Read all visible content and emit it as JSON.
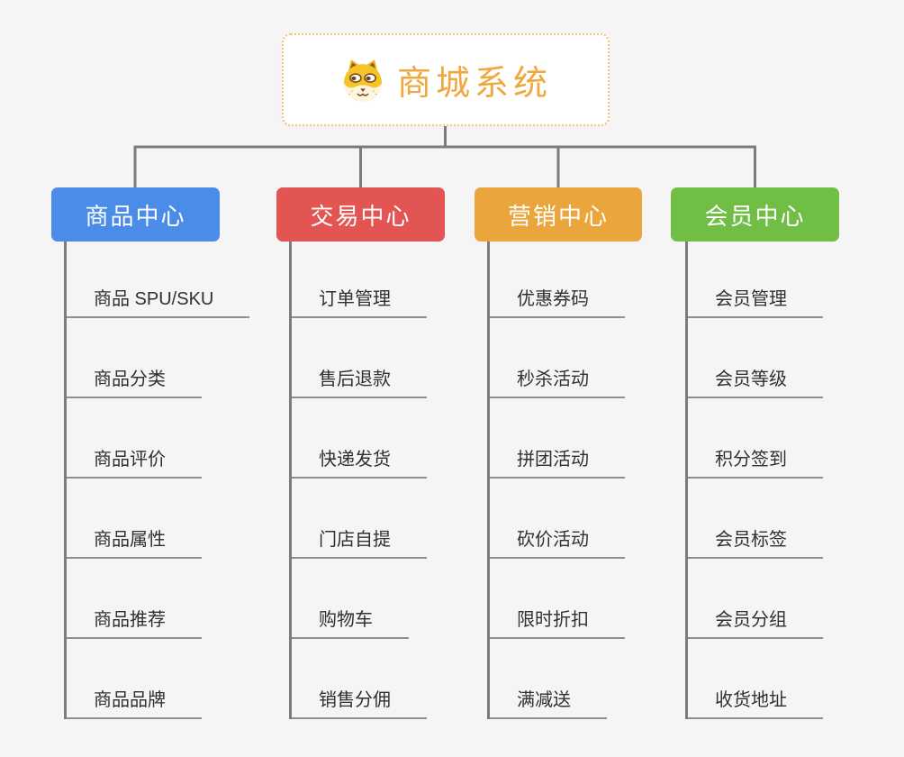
{
  "canvas": {
    "background_color": "#f5f5f6"
  },
  "root": {
    "title": "商城系统",
    "icon": "dog-face-icon",
    "text_color": "#f0a73e",
    "border_color": "#f3c473"
  },
  "connector_color": "#7c7c7c",
  "underline_color": "#8f8f8f",
  "child_text_color": "#303030",
  "branches": [
    {
      "label": "商品中心",
      "color": "#4a8ce8",
      "children": [
        "商品 SPU/SKU",
        "商品分类",
        "商品评价",
        "商品属性",
        "商品推荐",
        "商品品牌"
      ]
    },
    {
      "label": "交易中心",
      "color": "#e25552",
      "children": [
        "订单管理",
        "售后退款",
        "快递发货",
        "门店自提",
        "购物车",
        "销售分佣"
      ]
    },
    {
      "label": "营销中心",
      "color": "#eaa63c",
      "children": [
        "优惠券码",
        "秒杀活动",
        "拼团活动",
        "砍价活动",
        "限时折扣",
        "满减送"
      ]
    },
    {
      "label": "会员中心",
      "color": "#71be47",
      "children": [
        "会员管理",
        "会员等级",
        "积分签到",
        "会员标签",
        "会员分组",
        "收货地址"
      ]
    }
  ]
}
